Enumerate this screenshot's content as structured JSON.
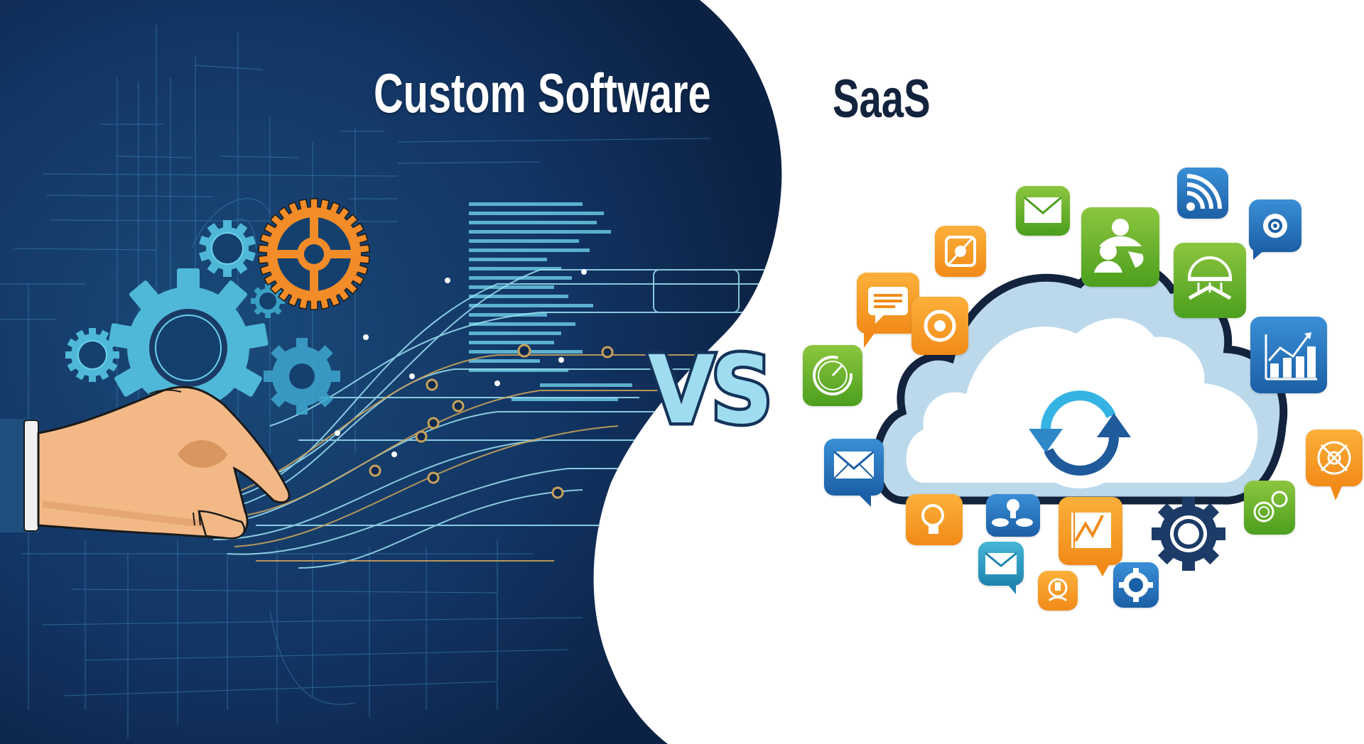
{
  "banner": {
    "left_title": "Custom Software",
    "right_title": "SaaS",
    "divider_label": "VS"
  },
  "colors": {
    "left_background": "#0f2a4f",
    "left_title": "#ffffff",
    "right_background": "#ffffff",
    "right_title": "#13233d",
    "vs_fill": "#9fdcef",
    "vs_outline": "#14335a",
    "gear_orange": "#f28c28",
    "gear_cyan": "#4fb8d8",
    "circuit_line": "#4aa8d8",
    "circuit_gold": "#c9a25a",
    "cloud_outline": "#13233d",
    "cloud_fill": "#bcd9ec",
    "sync_arrow_light": "#35b4e4",
    "sync_arrow_dark": "#1f5a9a"
  },
  "left_panel": {
    "elements": [
      "blueprint-grid",
      "cyan-gears",
      "orange-gear",
      "circuit-traces",
      "code-lines",
      "hand-pointing"
    ]
  },
  "right_panel": {
    "center": "cloud-sync-icon",
    "app_icons": [
      {
        "name": "mail-icon",
        "color": "green"
      },
      {
        "name": "target-icon",
        "color": "orange"
      },
      {
        "name": "chat-icon",
        "color": "orange"
      },
      {
        "name": "at-sign-icon",
        "color": "orange"
      },
      {
        "name": "people-icon",
        "color": "green"
      },
      {
        "name": "rss-icon",
        "color": "blue"
      },
      {
        "name": "gear-bubble-icon",
        "color": "blue"
      },
      {
        "name": "dome-icon",
        "color": "green"
      },
      {
        "name": "chart-icon",
        "color": "blue"
      },
      {
        "name": "timer-icon",
        "color": "green"
      },
      {
        "name": "mail-bubble-icon",
        "color": "blue"
      },
      {
        "name": "lightbulb-icon",
        "color": "orange"
      },
      {
        "name": "team-icon",
        "color": "blue"
      },
      {
        "name": "mail-teal-icon",
        "color": "teal"
      },
      {
        "name": "line-chart-icon",
        "color": "orange"
      },
      {
        "name": "badge-icon",
        "color": "orange"
      },
      {
        "name": "settings-icon",
        "color": "blue"
      },
      {
        "name": "dark-gear-icon",
        "color": "navy"
      },
      {
        "name": "gears-icon",
        "color": "green"
      },
      {
        "name": "wheel-icon",
        "color": "orange"
      }
    ]
  }
}
